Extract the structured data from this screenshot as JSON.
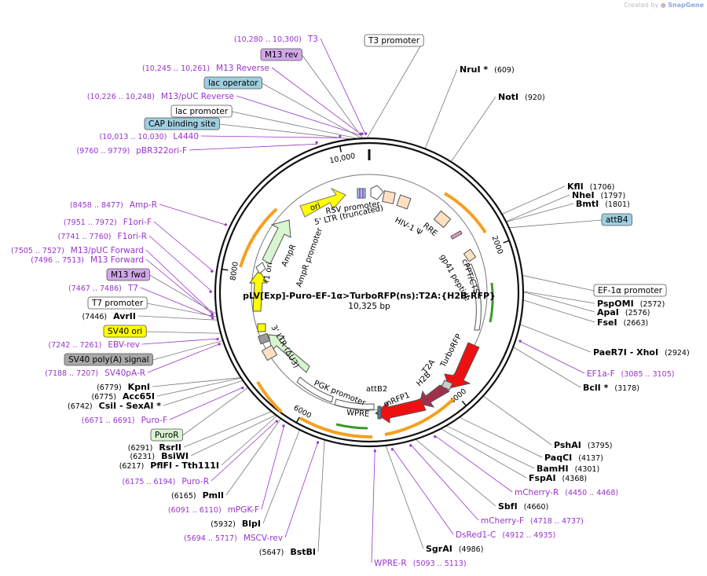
{
  "credit": {
    "prefix": "Created by",
    "brand": "SnapGene"
  },
  "plasmid": {
    "name": "pLV[Exp]-Puro-EF-1α>TurboRFP(ns):T2A:{H2B-RFP}",
    "size_label": "10,325 bp",
    "length": 10325
  },
  "ticks": [
    {
      "label": "2000",
      "pos": 2000
    },
    {
      "label": "4000",
      "pos": 4000
    },
    {
      "label": "6000",
      "pos": 6000
    },
    {
      "label": "8000",
      "pos": 8000
    },
    {
      "label": "10,000",
      "pos": 10000
    }
  ],
  "colors": {
    "primer": "#9933cc",
    "enzyme_line": "#777777",
    "orange_arrow": "#f4a020",
    "green_arrow": "#3a9a2a",
    "red_feature": "#ee1111",
    "maroon_feature": "#a0304a"
  },
  "enzymes": [
    {
      "name": "NruI *",
      "position": "(609)"
    },
    {
      "name": "NotI",
      "position": "(920)"
    },
    {
      "name": "KflI",
      "position": "(1706)"
    },
    {
      "name": "NheI",
      "position": "(1797)"
    },
    {
      "name": "BmtI",
      "position": "(1801)"
    },
    {
      "name": "PspOMI",
      "position": "(2572)"
    },
    {
      "name": "ApaI",
      "position": "(2576)"
    },
    {
      "name": "FseI",
      "position": "(2663)"
    },
    {
      "name": "PaeR7I  - XhoI",
      "position": "(2924)"
    },
    {
      "name": "BclI *",
      "position": "(3178)"
    },
    {
      "name": "PshAI",
      "position": "(3795)"
    },
    {
      "name": "PaqCI",
      "position": "(4137)"
    },
    {
      "name": "BamHI",
      "position": "(4301)"
    },
    {
      "name": "FspAI",
      "position": "(4368)"
    },
    {
      "name": "SbfI",
      "position": "(4660)"
    },
    {
      "name": "SgrAI",
      "position": "(4986)"
    },
    {
      "name": "BstBI",
      "position": "(5647)"
    },
    {
      "name": "BlpI",
      "position": "(5932)"
    },
    {
      "name": "PmlI",
      "position": "(6165)"
    },
    {
      "name": "PflFI  - Tth111I",
      "position": "(6217)"
    },
    {
      "name": "BsiWI",
      "position": "(6231)"
    },
    {
      "name": "RsrII",
      "position": "(6291)"
    },
    {
      "name": "CsiI  - SexAI *",
      "position": "(6742)"
    },
    {
      "name": "Acc65I",
      "position": "(6775)"
    },
    {
      "name": "KpnI",
      "position": "(6779)"
    },
    {
      "name": "AvrII",
      "position": "(7446)"
    }
  ],
  "primers": [
    {
      "name": "T3",
      "position": "(10,280 .. 10,300)"
    },
    {
      "name": "M13 Reverse",
      "position": "(10,245 .. 10,261)"
    },
    {
      "name": "M13/pUC Reverse",
      "position": "(10,226 .. 10,248)"
    },
    {
      "name": "L4440",
      "position": "(10,013 .. 10,030)"
    },
    {
      "name": "pBR322ori-F",
      "position": "(9760 .. 9779)"
    },
    {
      "name": "Amp-R",
      "position": "(8458 .. 8477)"
    },
    {
      "name": "F1ori-F",
      "position": "(7951 .. 7972)"
    },
    {
      "name": "F1ori-R",
      "position": "(7741 .. 7760)"
    },
    {
      "name": "M13/pUC Forward",
      "position": "(7505 .. 7527)"
    },
    {
      "name": "M13 Forward",
      "position": "(7496 .. 7513)"
    },
    {
      "name": "T7",
      "position": "(7467 .. 7486)"
    },
    {
      "name": "EBV-rev",
      "position": "(7242 .. 7261)"
    },
    {
      "name": "SV40pA-R",
      "position": "(7188 .. 7207)"
    },
    {
      "name": "Puro-F",
      "position": "(6671 .. 6691)"
    },
    {
      "name": "Puro-R",
      "position": "(6175 .. 6194)"
    },
    {
      "name": "mPGK-F",
      "position": "(6091 .. 6110)"
    },
    {
      "name": "MSCV-rev",
      "position": "(5694 .. 5717)"
    },
    {
      "name": "WPRE-R",
      "position": "(5093 .. 5113)"
    },
    {
      "name": "DsRed1-C",
      "position": "(4912 .. 4935)"
    },
    {
      "name": "mCherry-F",
      "position": "(4718 .. 4737)"
    },
    {
      "name": "mCherry-R",
      "position": "(4450 .. 4468)"
    },
    {
      "name": "EF1a-F",
      "position": "(3085 .. 3105)"
    }
  ],
  "feature_boxes": [
    {
      "label": "T3 promoter",
      "style": "white"
    },
    {
      "label": "M13 rev",
      "style": "purple"
    },
    {
      "label": "lac operator",
      "style": "blue"
    },
    {
      "label": "lac promoter",
      "style": "white"
    },
    {
      "label": "CAP binding site",
      "style": "blue"
    },
    {
      "label": "attB4",
      "style": "blue"
    },
    {
      "label": "EF-1α promoter",
      "style": "white"
    },
    {
      "label": "M13 fwd",
      "style": "purple"
    },
    {
      "label": "T7 promoter",
      "style": "white"
    },
    {
      "label": "SV40 ori",
      "style": "yellow"
    },
    {
      "label": "SV40 poly(A) signal",
      "style": "gray"
    },
    {
      "label": "PuroR",
      "style": "green"
    }
  ],
  "inner_labels": [
    {
      "label": "ori"
    },
    {
      "label": "RSV promoter"
    },
    {
      "label": "5' LTR (truncated)"
    },
    {
      "label": "HIV-1 Ψ"
    },
    {
      "label": "RRE"
    },
    {
      "label": "gp41 peptide"
    },
    {
      "label": "cPPT/CTS"
    },
    {
      "label": "TurboRFP"
    },
    {
      "label": "T2A"
    },
    {
      "label": "H2B"
    },
    {
      "label": "mRFP1"
    },
    {
      "label": "attB2"
    },
    {
      "label": "WPRE"
    },
    {
      "label": "PGK promoter"
    },
    {
      "label": "3' LTR (ΔU3)"
    },
    {
      "label": "f1 ori"
    },
    {
      "label": "AmpR"
    },
    {
      "label": "AmpR promoter"
    }
  ]
}
